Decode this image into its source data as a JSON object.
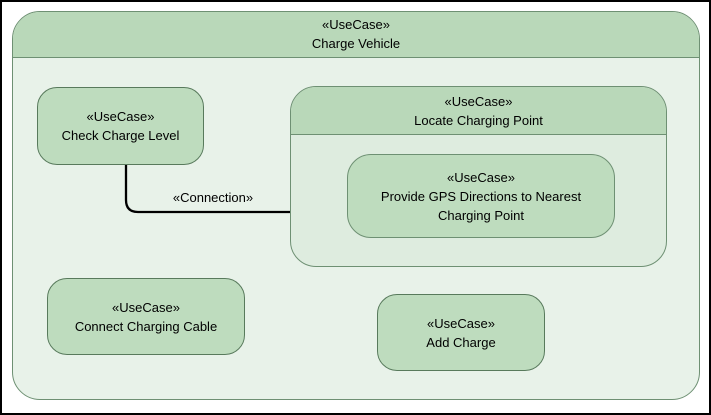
{
  "colors": {
    "canvas_bg": "#ffffff",
    "frame_border": "#6e9073",
    "usecase_border": "#587a5c",
    "header_fill": "#b9d8b9",
    "usecase_fill": "#bedcbe",
    "outer_body_fill": "#e8f2e9",
    "nested_body_fill": "#deecdf",
    "connector_color": "#000000",
    "text_color": "#000000"
  },
  "outer": {
    "stereotype": "«UseCase»",
    "name": "Charge Vehicle"
  },
  "nodes": {
    "check_charge_level": {
      "stereotype": "«UseCase»",
      "name": "Check Charge Level"
    },
    "locate_charging_point": {
      "stereotype": "«UseCase»",
      "name": "Locate Charging Point"
    },
    "provide_gps_directions": {
      "stereotype": "«UseCase»",
      "name": "Provide GPS Directions to Nearest Charging Point"
    },
    "connect_charging_cable": {
      "stereotype": "«UseCase»",
      "name": "Connect Charging Cable"
    },
    "add_charge": {
      "stereotype": "«UseCase»",
      "name": "Add Charge"
    }
  },
  "connector": {
    "label": "«Connection»"
  }
}
